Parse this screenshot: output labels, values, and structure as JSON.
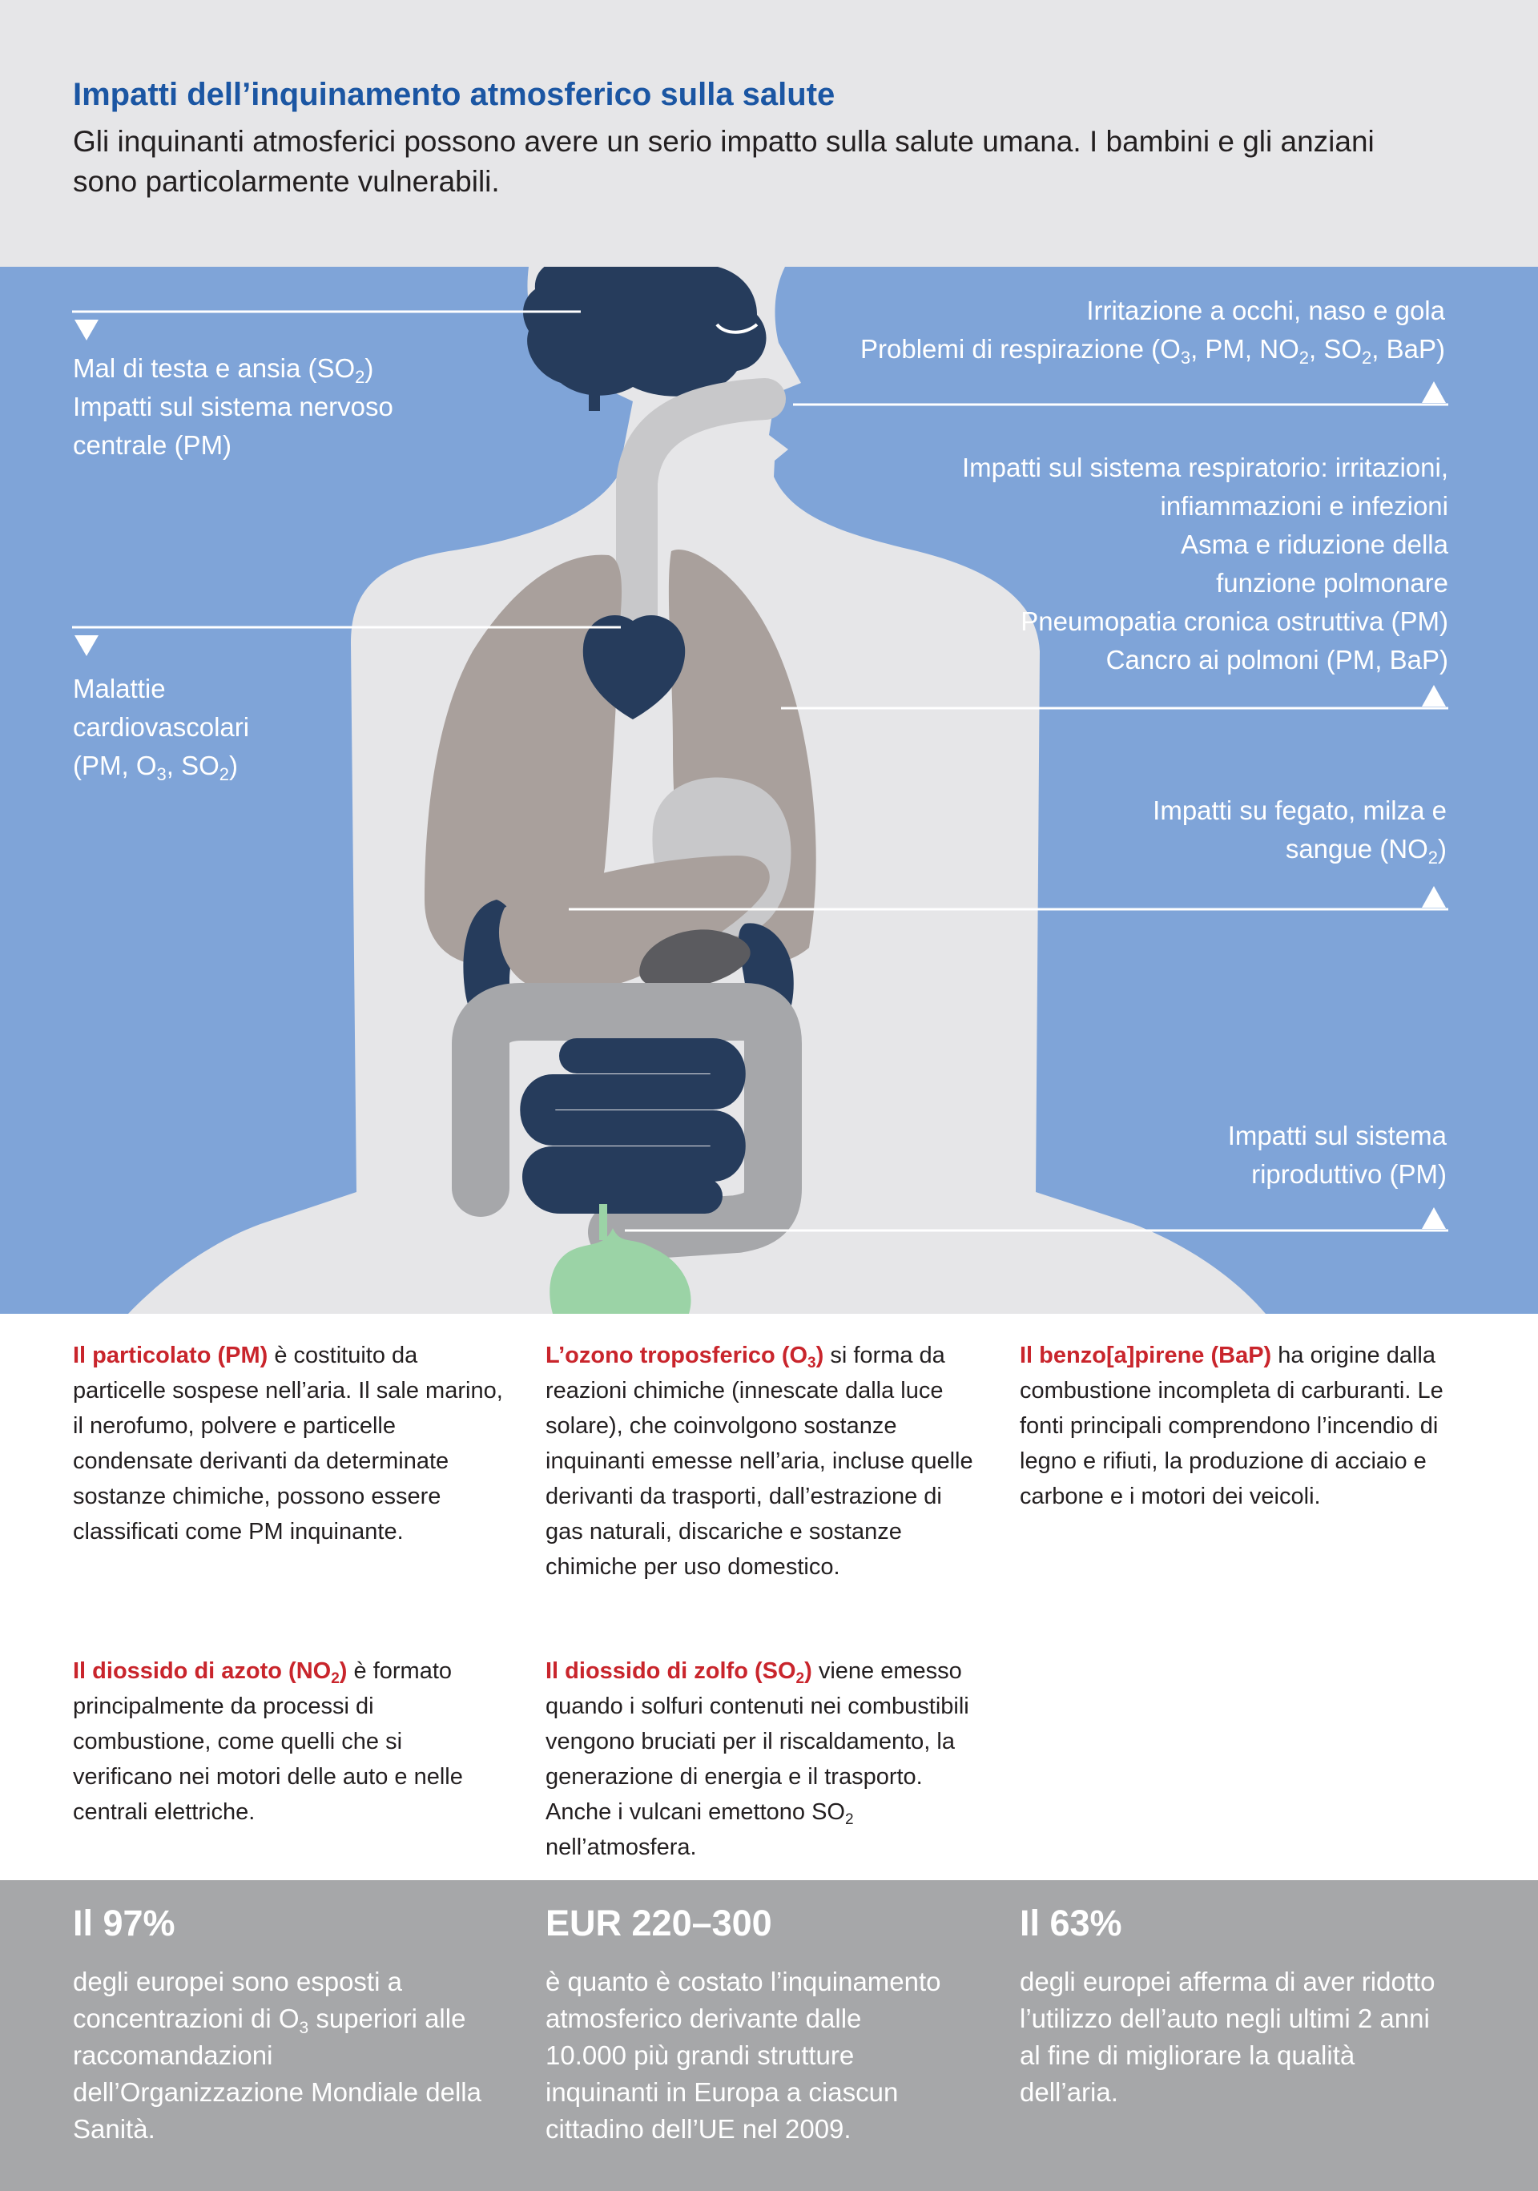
{
  "header": {
    "title": "Impatti dell’inquinamento atmosferico sulla salute",
    "subtitle": "Gli inquinanti atmosferici possono avere un serio impatto sulla salute umana. I bambini e gli anziani sono particolarmente vulnerabili."
  },
  "labels": {
    "head_left": [
      "Mal di testa e ansia (SO",
      "2",
      ")",
      "Impatti sul sistema nervoso",
      "centrale (PM)"
    ],
    "eyes_right": [
      "Irritazione a occhi, naso e gola",
      "Problemi di respirazione (O",
      "3",
      ", PM, NO",
      "2",
      ", SO",
      "2",
      ", BaP)"
    ],
    "respiratory_right": [
      "Impatti sul sistema respiratorio: irritazioni,",
      "infiammazioni e infezioni",
      "Asma e riduzione della",
      "funzione polmonare",
      "Pneumopatia cronica ostruttiva (PM)",
      "Cancro ai polmoni (PM, BaP)"
    ],
    "heart_left": [
      "Malattie",
      "cardiovascolari",
      "(PM, O",
      "3",
      ", SO",
      "2",
      ")"
    ],
    "liver_right": [
      "Impatti su fegato, milza e",
      "sangue (NO",
      "2",
      ")"
    ],
    "repro_right": [
      "Impatti sul sistema",
      "riproduttivo (PM)"
    ]
  },
  "facts": {
    "pm": {
      "term": "Il particolato (PM)",
      "text": " è costituito da particelle sospese nell’aria. Il sale marino, il nerofumo, polvere e particelle condensate derivanti da determinate sostanze chimiche, possono essere classificati come PM inquinante."
    },
    "o3": {
      "term_a": "L’ozono troposferico (O",
      "term_sub": "3",
      "term_b": ")",
      "text": " si forma da reazioni chimiche (innescate dalla luce solare), che coinvolgono sostanze inquinanti emesse nell’aria, incluse quelle derivanti da trasporti, dall’estrazione di gas naturali, discariche e sostanze chimiche per uso domestico."
    },
    "bap": {
      "term": "Il benzo[a]pirene (BaP)",
      "text": " ha origine dalla combustione incompleta di carburanti. Le fonti principali comprendono l’incendio di legno e rifiuti, la produzione di acciaio e carbone e i motori dei veicoli."
    },
    "no2": {
      "term_a": "Il diossido di azoto (NO",
      "term_sub": "2",
      "term_b": ")",
      "text": " è formato principalmente da processi di combustione, come quelli che si verificano nei motori delle auto e nelle centrali elettriche."
    },
    "so2": {
      "term_a": "Il diossido di zolfo (SO",
      "term_sub": "2",
      "term_b": ")",
      "text_a": " viene emesso quando i solfuri contenuti nei combustibili vengono bruciati per il riscaldamento, la generazione di energia e il trasporto. Anche i vulcani emettono SO",
      "text_sub": "2",
      "text_b": " nell’atmosfera."
    }
  },
  "stats": [
    {
      "head": "Il 97%",
      "text_a": "degli europei sono esposti a concentrazioni di O",
      "text_sub": "3",
      "text_b": " superiori alle raccomandazioni dell’Organizzazione Mondiale della Sanità."
    },
    {
      "head": "EUR 220–300",
      "text": "è quanto è costato l’inquinamento atmosferico derivante dalle 10.000 più grandi strutture inquinanti in Europa a ciascun cittadino dell’UE nel 2009."
    },
    {
      "head": "Il 63%",
      "text": "degli europei afferma di aver ridotto l’utilizzo dell’auto negli ultimi 2 anni al fine di migliorare la qualità dell’aria."
    }
  ],
  "colors": {
    "header_bg": "#e6e6e8",
    "title_blue": "#1b56a3",
    "body_blue": "#7fa4d8",
    "silhouette": "#e6e6e8",
    "organ_gray": "#a9a09c",
    "organ_navy": "#263c5c",
    "trachea_gray": "#c8c8ca",
    "intestine_gray": "#a6a7aa",
    "green": "#9bd3a6",
    "term_red": "#c9252c",
    "stats_bg": "#a6a7a9"
  }
}
